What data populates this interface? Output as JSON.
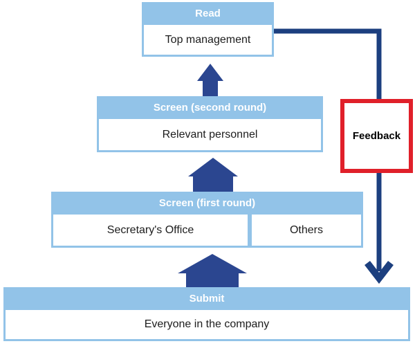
{
  "colors": {
    "light_blue": "#92C3E8",
    "navy": "#1C3F7F",
    "arrow_blue": "#2B4690",
    "red": "#E0202A",
    "text_dark": "#1C1C1C",
    "header_text": "#FFFFFF"
  },
  "stages": {
    "read": {
      "header": "Read",
      "body": "Top management"
    },
    "screen_second": {
      "header": "Screen (second round)",
      "body": "Relevant personnel"
    },
    "screen_first": {
      "header": "Screen (first round)",
      "cells": [
        "Secretary's Office",
        "Others"
      ]
    },
    "submit": {
      "header": "Submit",
      "body": "Everyone in the company"
    }
  },
  "feedback": {
    "label": "Feedback"
  }
}
